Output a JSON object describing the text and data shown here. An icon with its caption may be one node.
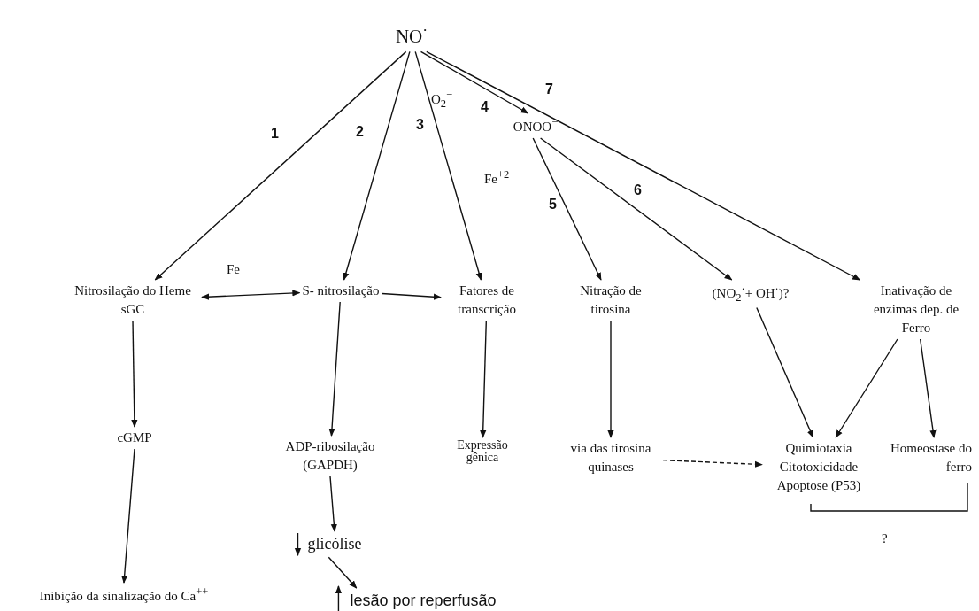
{
  "diagram": {
    "nodes": [
      {
        "text": [
          "NO$^{·}$"
        ]
      },
      {
        "text": [
          "ONOO$^{−}$"
        ]
      },
      {
        "text": [
          "Nitrosilação do Heme sGC"
        ]
      },
      {
        "text": [
          "S- nitrosilação"
        ]
      },
      {
        "text": [
          "Fatores de transcrição"
        ]
      },
      {
        "text": [
          "Nitração de tirosina"
        ]
      },
      {
        "text": [
          "(NO$_{2}$$^{·}$+ OH$^{·}$)?"
        ]
      },
      {
        "text": [
          "Inativação de enzimas dep. de Ferro"
        ]
      },
      {
        "text": [
          "cGMP"
        ]
      },
      {
        "text": [
          "ADP-ribosilação (GAPDH)"
        ]
      },
      {
        "text": [
          "Expressão gênica"
        ]
      },
      {
        "text": [
          "via das tirosina quinases"
        ]
      },
      {
        "text": [
          "Quimiotaxia Citotoxicidade Apoptose (P53)"
        ]
      },
      {
        "text": [
          "Homeostase do ferro"
        ]
      },
      {
        "text": [
          "Inibição da sinalização do Ca$^{++}$"
        ]
      },
      {
        "text": [
          "glicólise"
        ]
      },
      {
        "text": [
          "lesão por reperfusão"
        ]
      }
    ],
    "edges": [
      {
        "from": 0,
        "to": 2,
        "arrow": "to",
        "label": "1"
      },
      {
        "from": 0,
        "to": 3,
        "arrow": "to",
        "label": "2"
      },
      {
        "from": 0,
        "to": 4,
        "arrow": "to",
        "label": "3"
      },
      {
        "from": 0,
        "to": 1,
        "arrow": "to",
        "label": "4"
      },
      {
        "from": 0,
        "to": 7,
        "arrow": "to",
        "label": "7"
      },
      {
        "from": 1,
        "to": 5,
        "arrow": "to",
        "label": "5"
      },
      {
        "from": 1,
        "to": 6,
        "arrow": "to",
        "label": "6"
      },
      {
        "from": 2,
        "to": 3,
        "arrow": "both",
        "label": "Fe"
      },
      {
        "from": 3,
        "to": 4,
        "arrow": "to"
      },
      {
        "from": 2,
        "to": 8,
        "arrow": "to"
      },
      {
        "from": 8,
        "to": 14,
        "arrow": "to"
      },
      {
        "from": 3,
        "to": 9,
        "arrow": "to"
      },
      {
        "from": 4,
        "to": 10,
        "arrow": "to"
      },
      {
        "from": 5,
        "to": 11,
        "arrow": "to"
      },
      {
        "from": 9,
        "to": 15,
        "arrow": "to"
      },
      {
        "from": 15,
        "to": 16,
        "arrow": "to"
      },
      {
        "from": 11,
        "to": 12,
        "arrow": "to",
        "style": "dashed"
      },
      {
        "from": 6,
        "to": 12,
        "arrow": "to"
      },
      {
        "from": 7,
        "to": 12,
        "arrow": "to"
      },
      {
        "from": 7,
        "to": 13,
        "arrow": "to"
      }
    ],
    "labels": [
      "O$_{2}$$^{−}$",
      "Fe$^{+2}$",
      "?"
    ]
  }
}
